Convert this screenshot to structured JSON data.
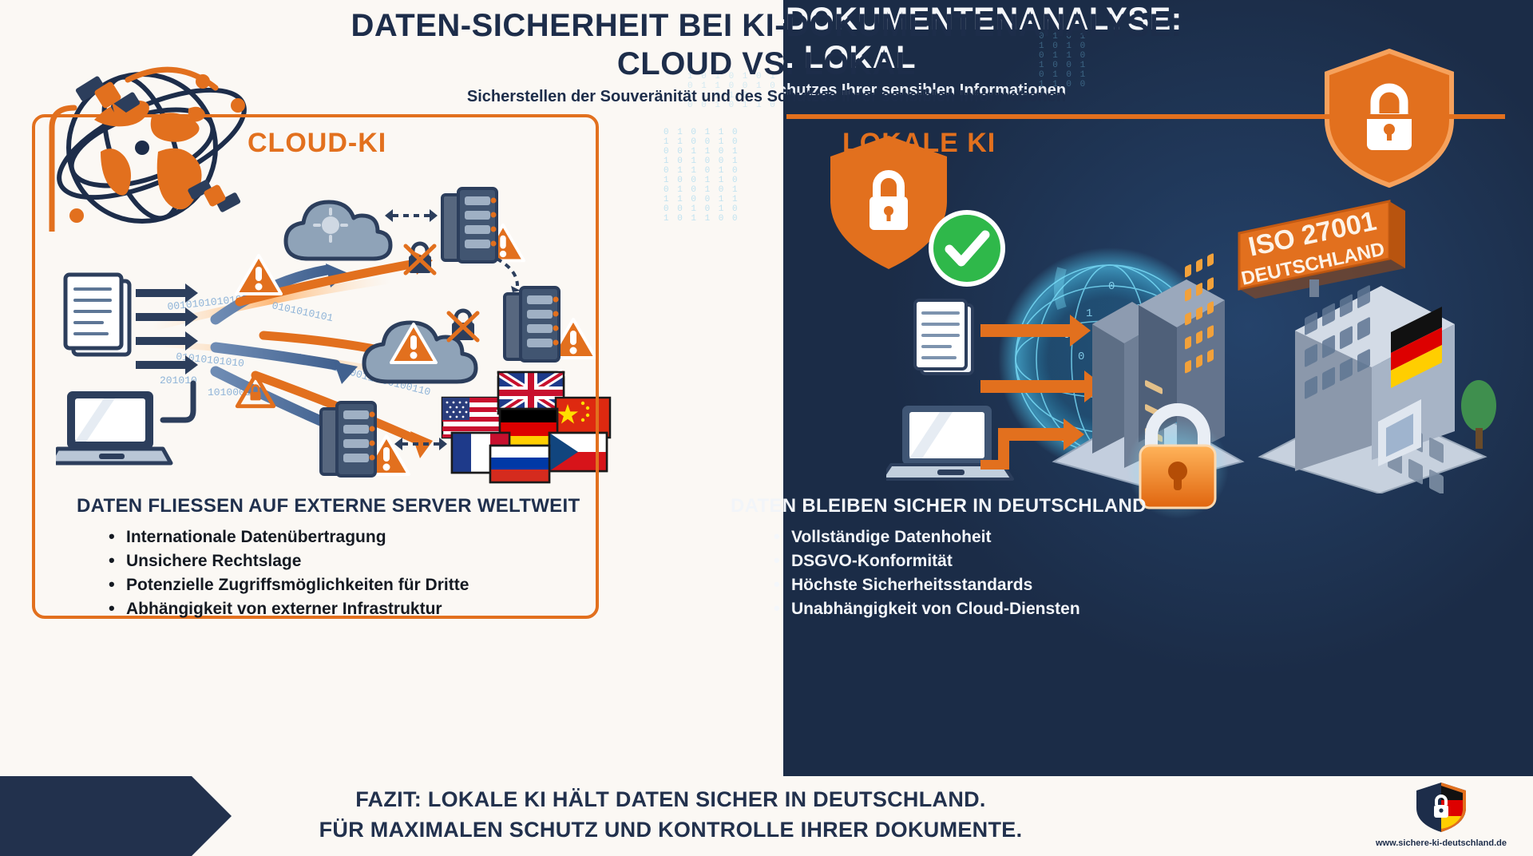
{
  "header": {
    "title_line1": "DATEN-SICHERHEIT BEI KI-DOKUMENTENANALYSE:",
    "title_line2": "CLOUD VS. LOKAL",
    "subtitle": "Sicherstellen der Souveränität und des Schutzes Ihrer sensiblen Informationen"
  },
  "left_panel": {
    "heading": "CLOUD-KI",
    "footer_title": "DATEN FLIESSEN AUF EXTERNE SERVER WELTWEIT",
    "bullets": [
      "Internationale Datenübertragung",
      "Unsichere Rechtslage",
      "Potenzielle Zugriffsmöglichkeiten für Dritte",
      "Abhängigkeit von externer Infrastruktur"
    ],
    "flags": [
      "USA",
      "Vereinigtes Königreich",
      "China",
      "Deutschland",
      "Frankreich",
      "Tschechien",
      "Russland"
    ]
  },
  "right_panel": {
    "heading": "LOKALE KI",
    "footer_title": "DATEN BLEIBEN SICHER IN DEUTSCHLAND",
    "bullets": [
      "Vollständige Datenhoheit",
      "DSGVO-Konformität",
      "Höchste Sicherheitsstandards",
      "Unabhängigkeit von Cloud-Diensten"
    ],
    "badge_line1": "ISO 27001",
    "badge_line2": "DEUTSCHLAND"
  },
  "banner": {
    "line1": "FAZIT: LOKALE KI HÄLT DATEN SICHER IN DEUTSCHLAND.",
    "line2": "FÜR MAXIMALEN SCHUTZ UND KONTROLLE IHRER DOKUMENTE."
  },
  "logo": {
    "url": "www.sichere-ki-deutschland.de"
  },
  "colors": {
    "orange": "#e2701e",
    "navy": "#1d2d4a",
    "panel_dark": "#1b2c47",
    "cream": "#fbf8f4",
    "green": "#2fb84a",
    "warn": "#e2701e"
  }
}
